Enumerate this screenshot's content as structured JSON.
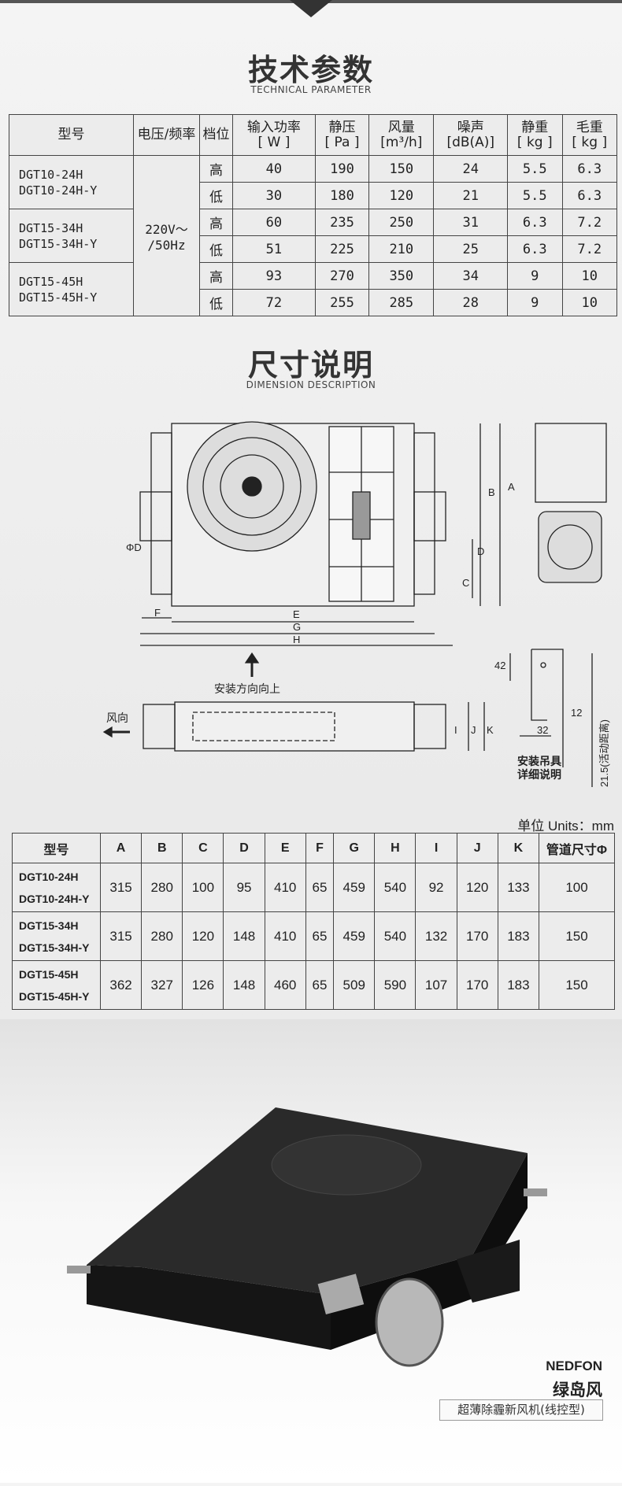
{
  "section1": {
    "title": "技术参数",
    "subtitle": "TECHNICAL PARAMETER"
  },
  "table1": {
    "headers": {
      "model": "型号",
      "voltage": "电压/频率",
      "gear": "档位",
      "power": "输入功率",
      "power_unit": "[ W ]",
      "pressure": "静压",
      "pressure_unit": "[ Pa ]",
      "airflow": "风量",
      "airflow_unit": "[m³/h]",
      "noise": "噪声",
      "noise_unit": "[dB(A)]",
      "net": "静重",
      "net_unit": "[ kg ]",
      "gross": "毛重",
      "gross_unit": "[ kg ]"
    },
    "voltage": "220V～ /50Hz",
    "groups": [
      {
        "model1": "DGT10-24H",
        "model2": "DGT10-24H-Y",
        "rows": [
          {
            "gear": "高",
            "power": "40",
            "pressure": "190",
            "airflow": "150",
            "noise": "24",
            "net": "5.5",
            "gross": "6.3"
          },
          {
            "gear": "低",
            "power": "30",
            "pressure": "180",
            "airflow": "120",
            "noise": "21",
            "net": "5.5",
            "gross": "6.3"
          }
        ]
      },
      {
        "model1": "DGT15-34H",
        "model2": "DGT15-34H-Y",
        "rows": [
          {
            "gear": "高",
            "power": "60",
            "pressure": "235",
            "airflow": "250",
            "noise": "31",
            "net": "6.3",
            "gross": "7.2"
          },
          {
            "gear": "低",
            "power": "51",
            "pressure": "225",
            "airflow": "210",
            "noise": "25",
            "net": "6.3",
            "gross": "7.2"
          }
        ]
      },
      {
        "model1": "DGT15-45H",
        "model2": "DGT15-45H-Y",
        "rows": [
          {
            "gear": "高",
            "power": "93",
            "pressure": "270",
            "airflow": "350",
            "noise": "34",
            "net": "9",
            "gross": "10"
          },
          {
            "gear": "低",
            "power": "72",
            "pressure": "255",
            "airflow": "285",
            "noise": "28",
            "net": "9",
            "gross": "10"
          }
        ]
      }
    ]
  },
  "section2": {
    "title": "尺寸说明",
    "subtitle": "DIMENSION DESCRIPTION"
  },
  "drawing": {
    "letters": [
      "A",
      "B",
      "C",
      "D",
      "E",
      "F",
      "G",
      "H",
      "I",
      "J",
      "K"
    ],
    "phi_d": "ΦD",
    "install_up": "安装方向向上",
    "wind": "风向",
    "hanger1": "安装吊具",
    "hanger2": "详细说明",
    "d42": "42",
    "d12": "12",
    "d32": "32",
    "d215": "21.5(活动距离)"
  },
  "units": "单位 Units：mm",
  "table2": {
    "headers": [
      "型号",
      "A",
      "B",
      "C",
      "D",
      "E",
      "F",
      "G",
      "H",
      "I",
      "J",
      "K",
      "管道尺寸Φ"
    ],
    "rows": [
      {
        "model1": "DGT10-24H",
        "model2": "DGT10-24H-Y",
        "values": [
          "315",
          "280",
          "100",
          "95",
          "410",
          "65",
          "459",
          "540",
          "92",
          "120",
          "133",
          "100"
        ]
      },
      {
        "model1": "DGT15-34H",
        "model2": "DGT15-34H-Y",
        "values": [
          "315",
          "280",
          "120",
          "148",
          "410",
          "65",
          "459",
          "540",
          "132",
          "170",
          "183",
          "150"
        ]
      },
      {
        "model1": "DGT15-45H",
        "model2": "DGT15-45H-Y",
        "values": [
          "362",
          "327",
          "126",
          "148",
          "460",
          "65",
          "509",
          "590",
          "107",
          "170",
          "183",
          "150"
        ]
      }
    ]
  },
  "product": {
    "brand_en": "NEDFON",
    "brand_cn": "绿岛风",
    "caption": "超薄除霾新风机(线控型)"
  }
}
